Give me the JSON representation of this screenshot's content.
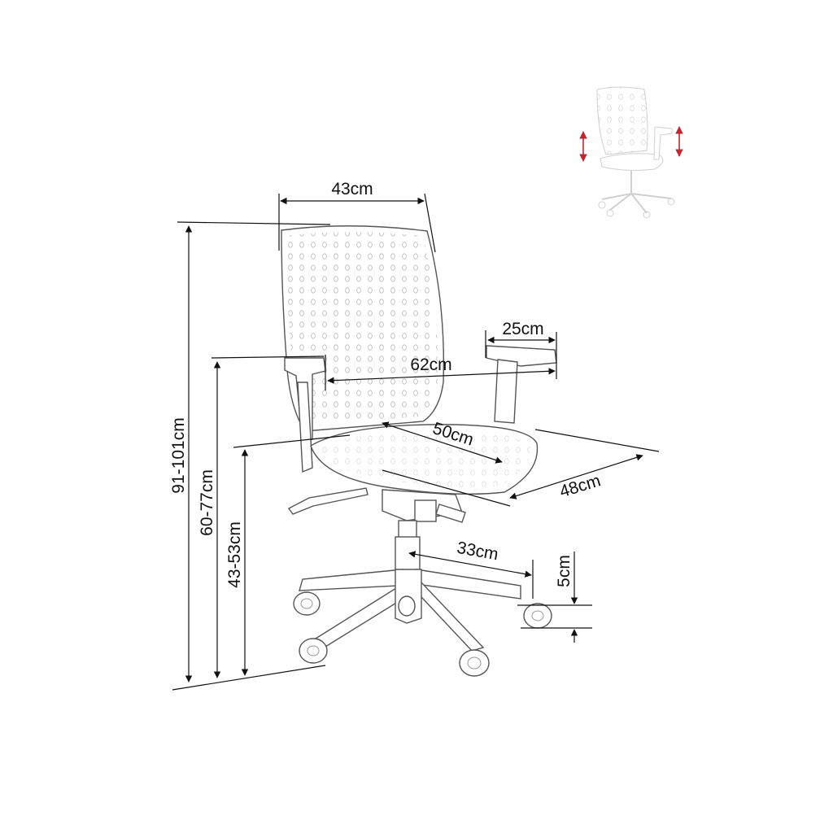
{
  "dimensions": {
    "back_width": "43cm",
    "total_height": "91-101cm",
    "armrest_height": "60-77cm",
    "seat_height": "43-53cm",
    "armrest_length": "25cm",
    "overall_width": "62cm",
    "seat_depth": "50cm",
    "seat_width": "48cm",
    "base_radius": "33cm",
    "caster_height": "5cm"
  },
  "colors": {
    "line": "#111111",
    "outline": "#555555",
    "arrow_accent": "#c0282d"
  },
  "icons": {
    "thumbnail": "adjustable-armrest-chair-icon"
  }
}
